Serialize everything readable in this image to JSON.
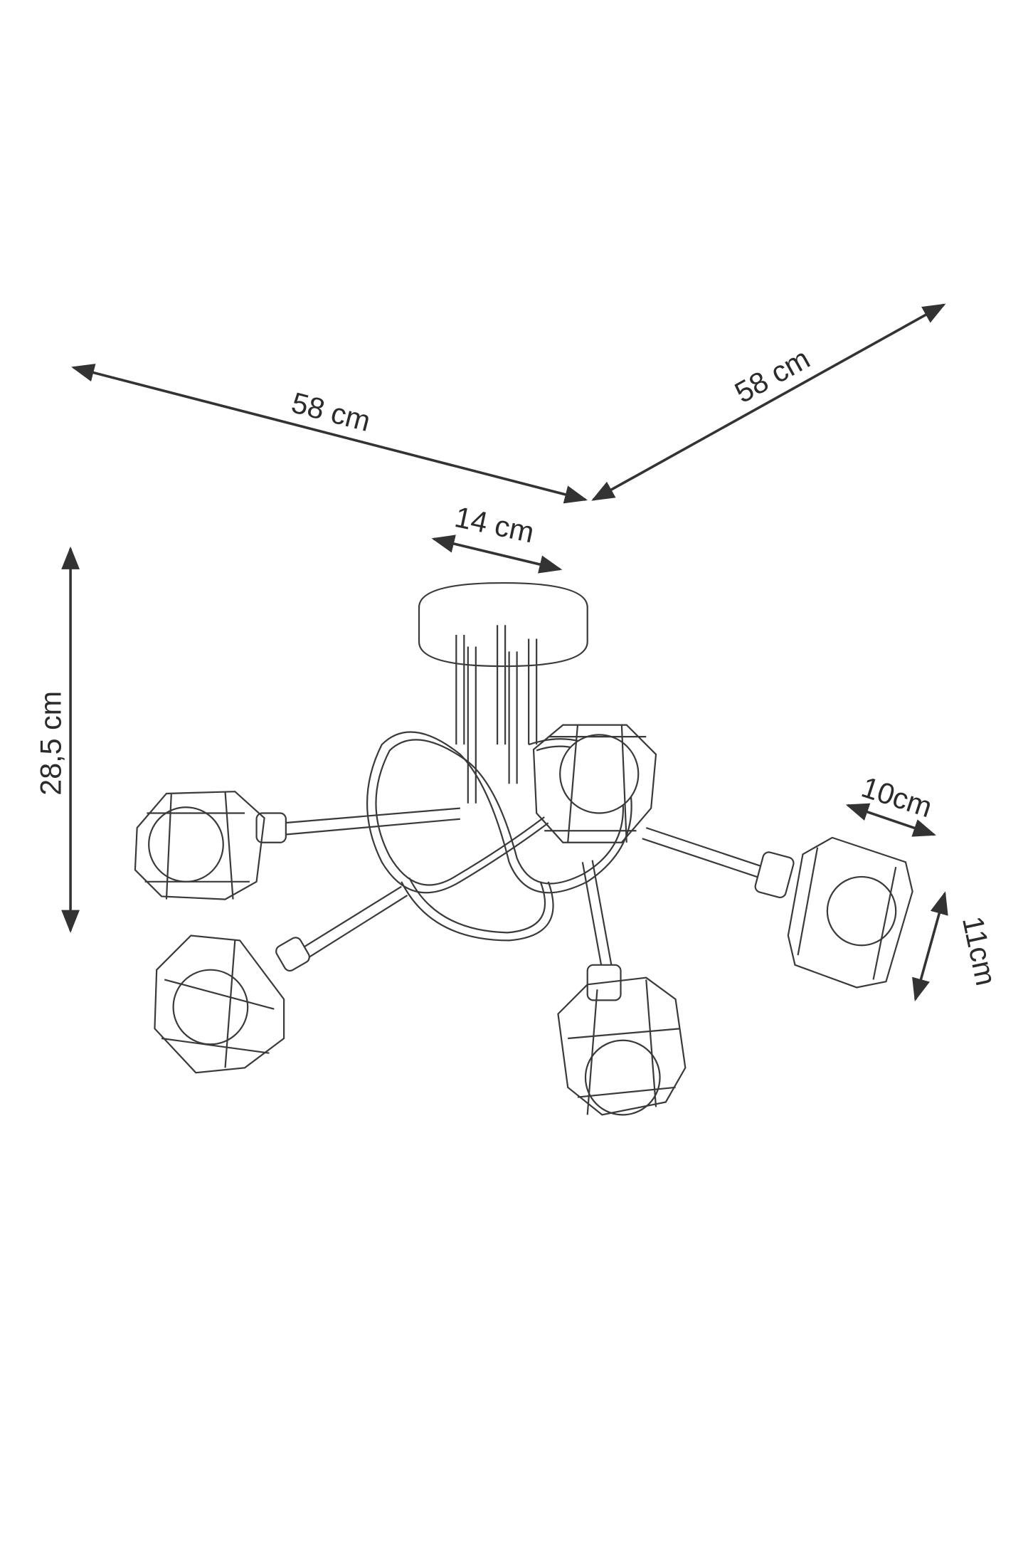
{
  "dimensions": {
    "width_left": "58 cm",
    "width_right": "58 cm",
    "canopy_diameter": "14 cm",
    "height": "28,5 cm",
    "shade_width": "10cm",
    "shade_height": "11cm"
  },
  "colors": {
    "line": "#333333",
    "background": "#ffffff"
  }
}
